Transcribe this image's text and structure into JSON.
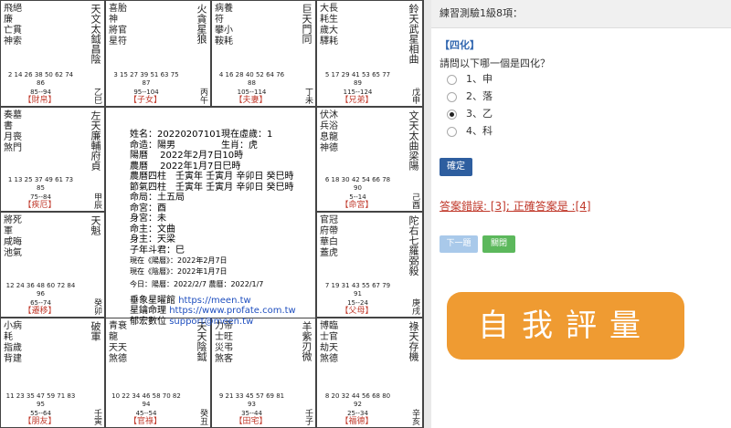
{
  "chart": {
    "cells": {
      "si": {
        "stars": "天文太鉞昌陰",
        "left": "飛絕\n廉\n亡貫\n神索",
        "nums": "2 14 26 38 50 62 74 86",
        "ages": "85--94",
        "palace": "【財帛】",
        "branch": "乙巳"
      },
      "wu": {
        "stars": "火貪星狼",
        "left": "喜胎\n神\n將官\n星符",
        "nums": "3 15 27 39 51 63 75 87",
        "ages": "95--104",
        "palace": "【子女】",
        "branch": "丙午"
      },
      "wei": {
        "stars": "巨天門同",
        "left": "病養\n符\n攀小\n鞍耗",
        "nums": "4 16 28 40 52 64 76 88",
        "ages": "105--114",
        "palace": "【夫妻】",
        "branch": "丁未"
      },
      "shen": {
        "stars": "鈴天武星相曲",
        "left": "大長\n耗生\n歲大\n驛耗",
        "nums": "5 17 29 41 53 65 77 89",
        "ages": "115--124",
        "palace": "【兄弟】",
        "branch": "戊申"
      },
      "chen": {
        "stars": "左天廉輔府貞",
        "left": "奏墓\n書\n月喪\n煞門",
        "nums": "1 13 25 37 49 61 73 85",
        "ages": "75--84",
        "palace": "【疾厄】",
        "branch": "甲辰"
      },
      "you": {
        "stars": "文天太曲梁陽",
        "left": "伏沐\n兵浴\n息龍\n神德",
        "nums": "6 18 30 42 54 66 78 90",
        "ages": "5--14",
        "palace": "【命宮】",
        "branch": "己酉"
      },
      "mao": {
        "stars": "天魁",
        "left": "將死\n軍\n咸晦\n池氣",
        "nums": "12 24 36 48 60 72 84 96",
        "ages": "65--74",
        "palace": "【遷移】",
        "branch": "癸卯"
      },
      "xu": {
        "stars": "陀右七羅弼殺",
        "left": "官冠\n府帶\n華白\n蓋虎",
        "nums": "7 19 31 43 55 67 79 91",
        "ages": "15--24",
        "palace": "【父母】",
        "branch": "庚戌"
      },
      "yin": {
        "stars": "破軍",
        "left": "小病\n耗\n指歲\n背建",
        "nums": "11 23 35 47 59 71 83 95",
        "ages": "55--64",
        "palace": "【朋友】",
        "branch": "壬寅"
      },
      "chou": {
        "stars": "天天陰鉞",
        "left": "青衰\n龍\n天天\n煞德",
        "nums": "10 22 34 46 58 70 82 94",
        "ages": "45--54",
        "palace": "【官祿】",
        "branch": "癸丑"
      },
      "zi": {
        "stars": "羊紫刃微",
        "left": "力帝\n士旺\n災弔\n煞客",
        "nums": "9 21 33 45 57 69 81 93",
        "ages": "35--44",
        "palace": "【田宅】",
        "branch": "壬子"
      },
      "hai": {
        "stars": "祿天存機",
        "left": "博臨\n士官\n劫天\n煞德",
        "nums": "8 20 32 44 56 68 80 92",
        "ages": "25--34",
        "palace": "【福德】",
        "branch": "辛亥"
      }
    },
    "center": {
      "name": "姓名：20220207101現在虛歲：1",
      "fate": "命造：陽男　　　　　生肖：虎",
      "solar": "陽曆　 2022年2月7日10時",
      "lunar": "農曆　 2022年1月7日巳時",
      "pillars1": "農曆四柱　壬寅年 壬寅月 辛卯日 癸巳時",
      "pillars2": "節氣四柱　壬寅年 壬寅月 辛卯日 癸巳時",
      "bureau": "命局：土五局",
      "ming": "命宮：酉",
      "shen": "身宮：未",
      "mingzhu": "命主：文曲",
      "shenzhu": "身主：天梁",
      "doujun": "子年斗君：巳",
      "now_solar": "現在《陽曆》：2022年2月7日",
      "now_lunar": "現在《陰曆》：2022年1月7日",
      "today": "今日：陽曆：2022/2/7 農曆：2022/1/7",
      "site1_label": "垂象星曜館",
      "site1_url": "https://meen.tw",
      "site2_label": "星鑰命理",
      "site2_url": "https://www.profate.com.tw",
      "site3_label": "郁宏數位",
      "site3_url": "support@meen.tw"
    }
  },
  "quiz": {
    "header": "練習測驗1級8項：",
    "tag": "【四化】",
    "question": "請問以下哪一個是四化？",
    "options": [
      "1、申",
      "2、落",
      "3、乙",
      "4、科"
    ],
    "selected": 2,
    "confirm_label": "確定",
    "answer_text": "答案錯誤: [3]; 正確答案是 :[4]",
    "next_label": "下一題",
    "close_label": "關閉",
    "self_eval_label": "自我評量"
  }
}
